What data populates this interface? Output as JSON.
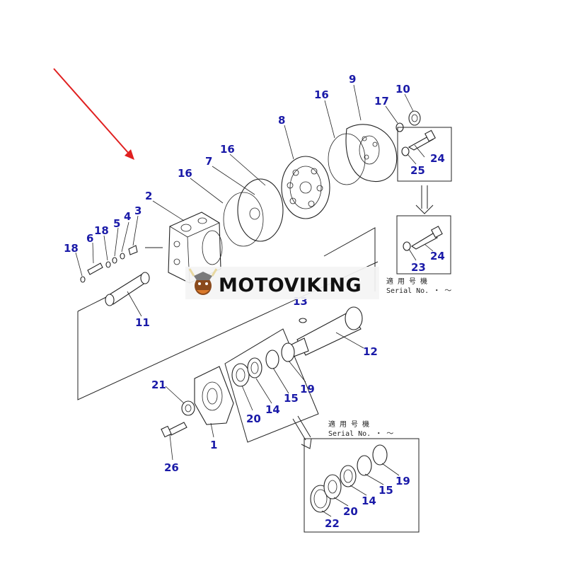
{
  "callouts": {
    "c1": "1",
    "c2": "2",
    "c3": "3",
    "c4": "4",
    "c5": "5",
    "c6": "6",
    "c7": "7",
    "c8": "8",
    "c9": "9",
    "c10": "10",
    "c11": "11",
    "c12": "12",
    "c13": "13",
    "c14a": "14",
    "c14b": "14",
    "c15a": "15",
    "c15b": "15",
    "c16a": "16",
    "c16b": "16",
    "c16c": "16",
    "c17": "17",
    "c18a": "18",
    "c18b": "18",
    "c19a": "19",
    "c19b": "19",
    "c20a": "20",
    "c20b": "20",
    "c21": "21",
    "c22": "22",
    "c23": "23",
    "c24a": "24",
    "c24b": "24",
    "c25": "25",
    "c26": "26"
  },
  "notes": {
    "serial_jp_1": "適 用 号 機",
    "serial_en_1": "Serial No.  ・ ～",
    "serial_jp_2": "適 用 号 機",
    "serial_en_2": "Serial No.  ・ ～"
  },
  "watermark": {
    "text": "MOTOVIKING",
    "logo_icon": "viking-mascot-icon"
  },
  "colors": {
    "callout": "#1a1aa8",
    "arrow": "#e02020",
    "line": "#222222"
  }
}
